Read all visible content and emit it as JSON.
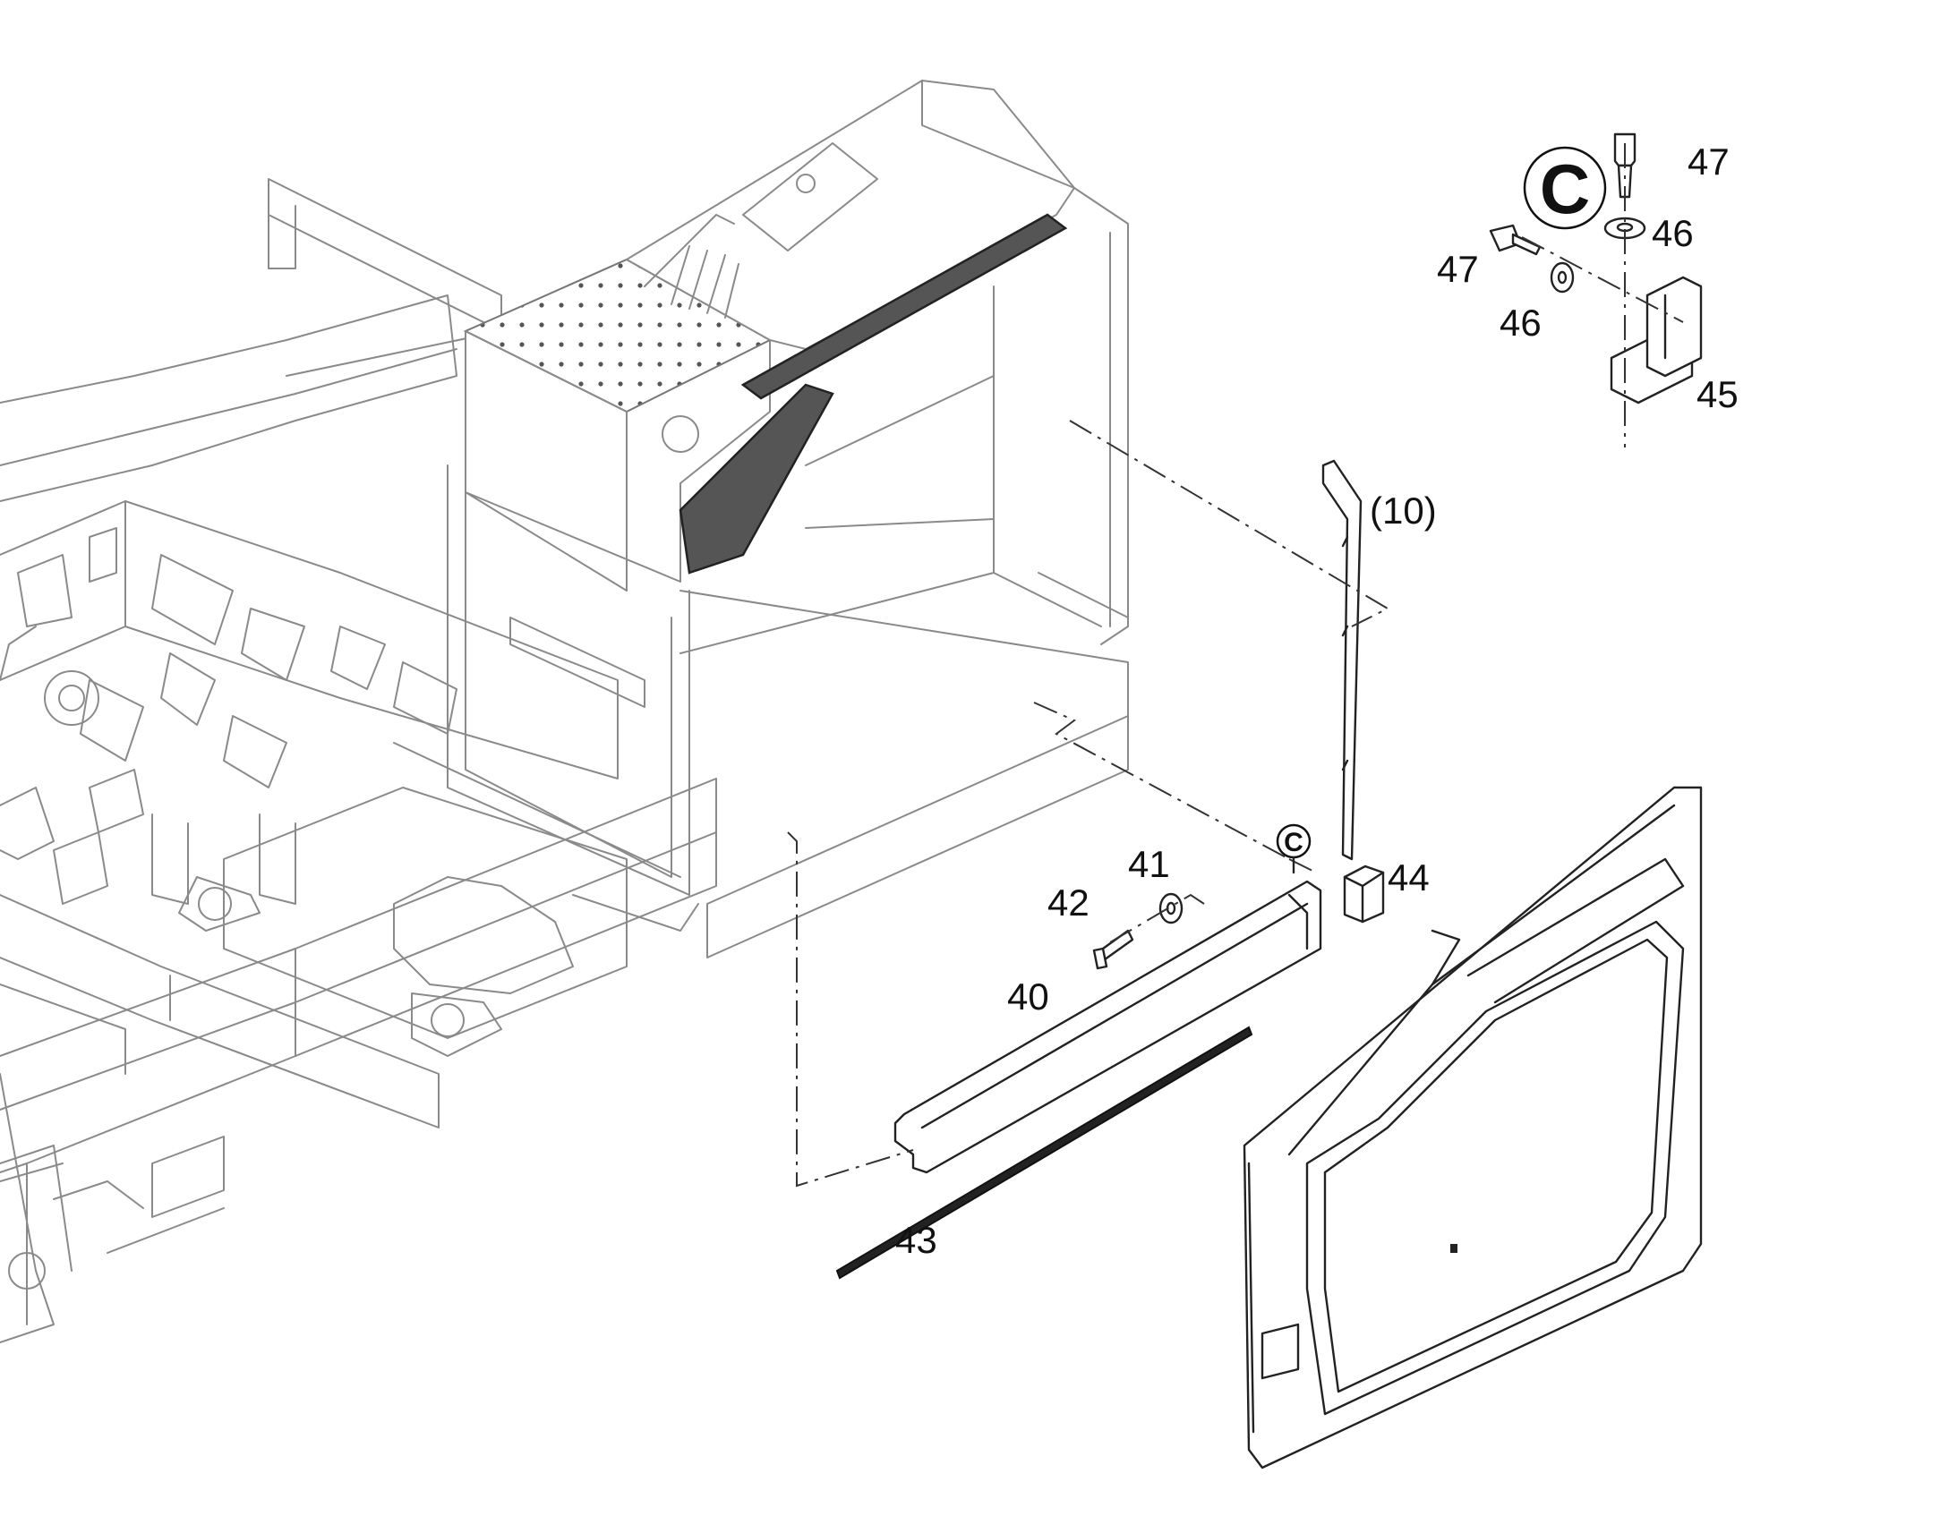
{
  "diagram": {
    "detail_marker": "C",
    "callouts": [
      {
        "id": "label-40",
        "text": "40"
      },
      {
        "id": "label-41",
        "text": "41"
      },
      {
        "id": "label-42",
        "text": "42"
      },
      {
        "id": "label-43",
        "text": "43"
      },
      {
        "id": "label-44",
        "text": "44"
      },
      {
        "id": "label-45",
        "text": "45"
      },
      {
        "id": "label-46a",
        "text": "46"
      },
      {
        "id": "label-46b",
        "text": "46"
      },
      {
        "id": "label-47a",
        "text": "47"
      },
      {
        "id": "label-47b",
        "text": "47"
      },
      {
        "id": "label-10",
        "text": "(10)"
      }
    ]
  }
}
